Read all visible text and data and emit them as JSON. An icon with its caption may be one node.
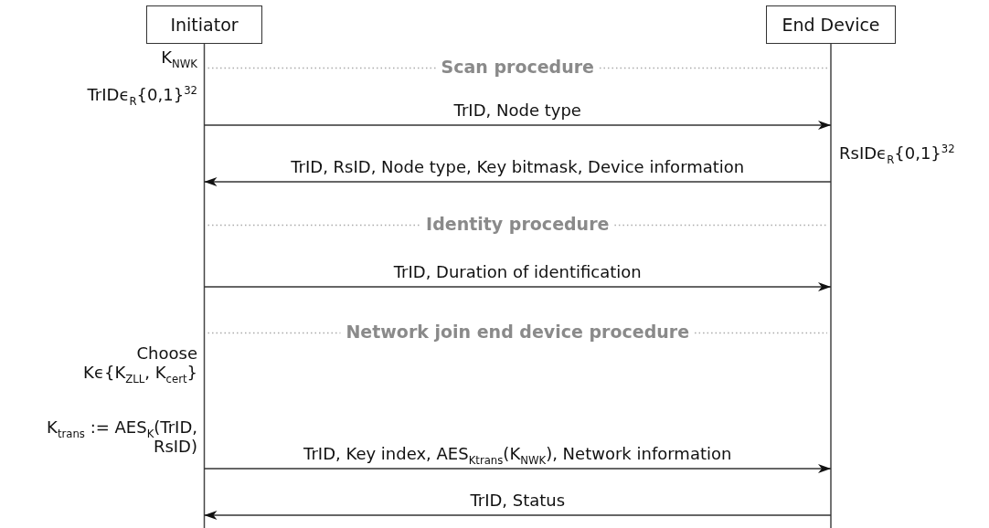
{
  "diagram": {
    "nodes": [
      {
        "text": [
          "Initiator"
        ]
      },
      {
        "text": [
          "End Device"
        ]
      }
    ],
    "edges": [
      {
        "from": 0,
        "to": 1,
        "arrow": "to",
        "label": "TrID, Node type"
      },
      {
        "from": 1,
        "to": 0,
        "arrow": "to",
        "label": "TrID, RsID, Node type, Key bitmask, Device information"
      },
      {
        "from": 0,
        "to": 1,
        "arrow": "to",
        "label": "TrID, Duration of identification"
      },
      {
        "from": 0,
        "to": 1,
        "arrow": "to",
        "label": "TrID, Key index, AES$_{K}$$_{trans}$(K$_{NWK}$), Network information"
      },
      {
        "from": 1,
        "to": 0,
        "arrow": "to",
        "label": "TrID, Status"
      }
    ],
    "labels": [
      "K$_{NWK}$",
      "Scan procedure",
      "TrIDϵ$_{R}${0,1}$^{32}$",
      "RsIDϵ$_{R}${0,1}$^{32}$",
      "Identity procedure",
      "Network join end device procedure",
      "Choose Kϵ{K$_{ZLL}$, K$_{cert}$}",
      "K$_{trans}$ := AES$_{K}$(TrID, RsID)"
    ]
  }
}
